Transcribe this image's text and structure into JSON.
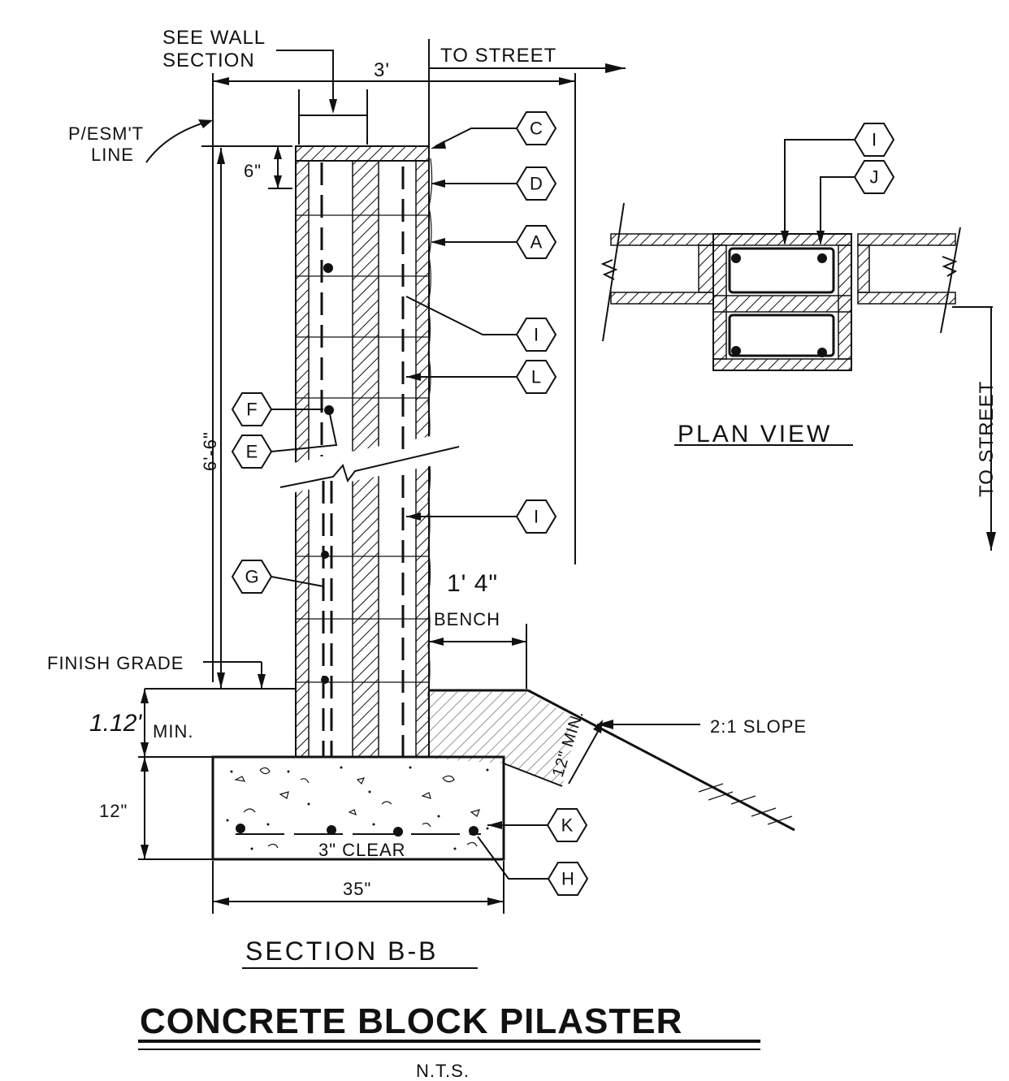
{
  "labels": {
    "see_wall": "SEE WALL",
    "section": "SECTION",
    "to_street_top": "TO STREET",
    "dim_3ft": "3'",
    "pl_esmt": "P/ESM'T",
    "line": "LINE",
    "dim_6in": "6\"",
    "dim_6ft6": "6'-6\"",
    "bench_dim": "1' 4\"",
    "bench": "BENCH",
    "finish_grade": "FINISH GRADE",
    "dim_112": "1.12'",
    "min": "MIN.",
    "dim_12in": "12\"",
    "slope": "2:1 SLOPE",
    "min_12": "12\" MIN.",
    "clear": "3\" CLEAR",
    "dim_35in": "35\"",
    "section_title": "SECTION B-B",
    "plan_title": "PLAN VIEW",
    "to_street_side": "TO STREET",
    "main_title": "CONCRETE BLOCK PILASTER",
    "nts": "N.T.S."
  },
  "callouts": {
    "c": "C",
    "d": "D",
    "a": "A",
    "i1": "I",
    "l": "L",
    "f": "F",
    "e": "E",
    "i2": "I",
    "g": "G",
    "k": "K",
    "h": "H",
    "plan_i": "I",
    "plan_j": "J"
  }
}
